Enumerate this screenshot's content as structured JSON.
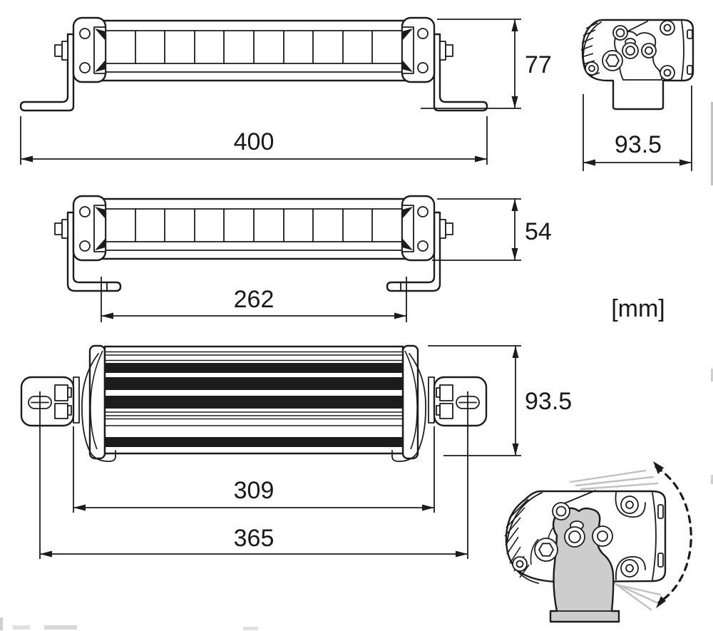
{
  "drawing": {
    "units_label": "[mm]",
    "colors": {
      "line": "#1c1c1c",
      "bracket_fill": "#cdcdcd",
      "ghost": "#c0c0c0",
      "text": "#191919"
    },
    "front_view": {
      "length": "400",
      "height": "77"
    },
    "side_view": {
      "depth": "93.5"
    },
    "middle_view": {
      "mount_spacing": "262",
      "height": "54"
    },
    "rear_view": {
      "height": "93.5",
      "inner_mount_spacing": "309",
      "outer_mount_spacing": "365"
    }
  }
}
